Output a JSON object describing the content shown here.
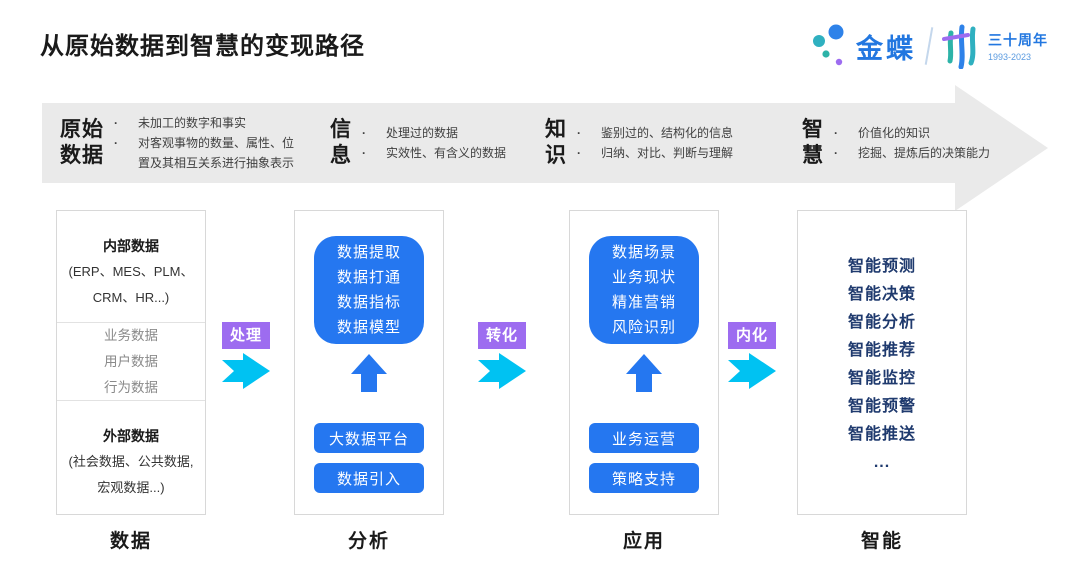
{
  "title": "从原始数据到智慧的变现路径",
  "logo": {
    "brand": "金蝶",
    "anniversary": "三十周年",
    "years": "1993-2023"
  },
  "banner": {
    "stages": [
      {
        "term_lines": [
          "原始",
          "数据"
        ],
        "bullets": [
          "未加工的数字和事实",
          "对客观事物的数量、属性、位置及其相互关系进行抽象表示"
        ]
      },
      {
        "term_lines": [
          "信",
          "息"
        ],
        "bullets": [
          "处理过的数据",
          "实效性、有含义的数据"
        ]
      },
      {
        "term_lines": [
          "知",
          "识"
        ],
        "bullets": [
          "鉴别过的、结构化的信息",
          "归纳、对比、判断与理解"
        ]
      },
      {
        "term_lines": [
          "智",
          "慧"
        ],
        "bullets": [
          "价值化的知识",
          "挖掘、提炼后的决策能力"
        ]
      }
    ]
  },
  "connectors": [
    {
      "label": "处理"
    },
    {
      "label": "转化"
    },
    {
      "label": "内化"
    }
  ],
  "columns": [
    {
      "footer": "数据",
      "internal": {
        "heading": "内部数据",
        "sub_lines": [
          "(ERP、MES、PLM、",
          "CRM、HR...)"
        ]
      },
      "middle_items": [
        "业务数据",
        "用户数据",
        "行为数据"
      ],
      "external": {
        "heading": "外部数据",
        "sub_lines": [
          "(社会数据、公共数据,",
          "宏观数据...)"
        ]
      }
    },
    {
      "footer": "分析",
      "card_lines": [
        "数据提取",
        "数据打通",
        "数据指标",
        "数据模型"
      ],
      "buttons": [
        "大数据平台",
        "数据引入"
      ]
    },
    {
      "footer": "应用",
      "card_lines": [
        "数据场景",
        "业务现状",
        "精准营销",
        "风险识别"
      ],
      "buttons": [
        "业务运营",
        "策略支持"
      ]
    },
    {
      "footer": "智能",
      "items": [
        "智能预测",
        "智能决策",
        "智能分析",
        "智能推荐",
        "智能监控",
        "智能预警",
        "智能推送",
        "..."
      ]
    }
  ],
  "colors": {
    "primary_blue": "#2577f0",
    "navy_text": "#1f3a6e",
    "purple_badge": "#9d6cf0",
    "cyan_arrow": "#00c2f2",
    "banner_gray": "#eaeaea",
    "border_gray": "#d8d8d8",
    "muted_text": "#8a8a8a",
    "brand_blue": "#2277e0"
  }
}
